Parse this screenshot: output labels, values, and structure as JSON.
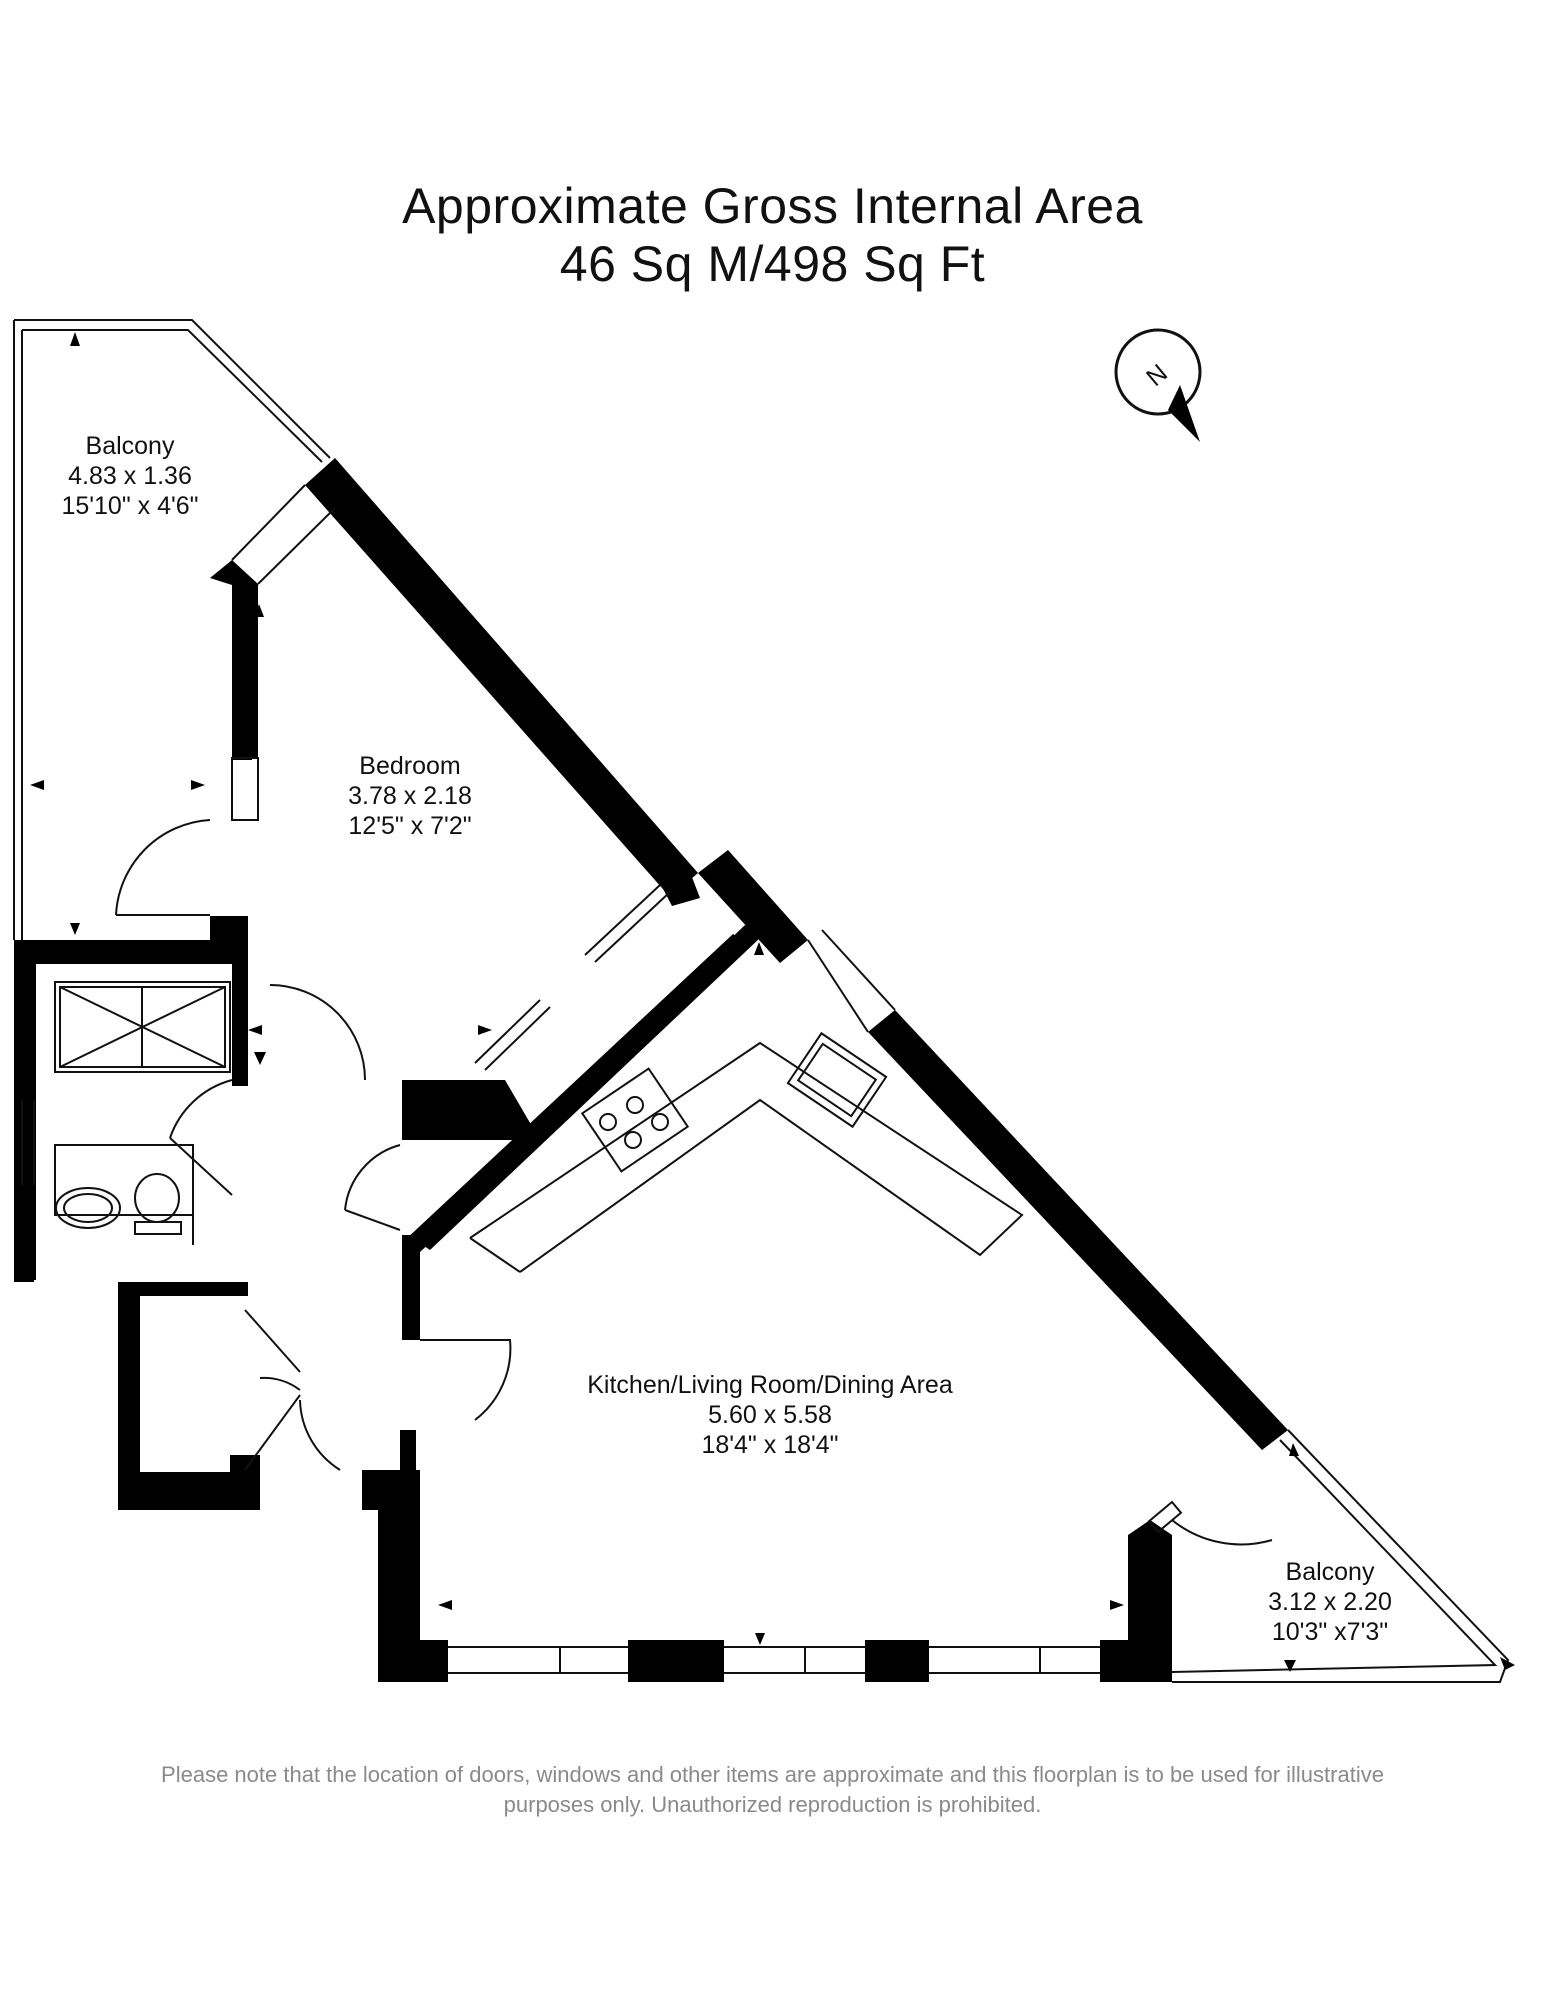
{
  "header": {
    "area_title": "Approximate Gross Internal Area",
    "area_value": "46 Sq M/498 Sq Ft"
  },
  "compass": {
    "letter": "N",
    "icon": "north-arrow-icon"
  },
  "rooms": {
    "balcony_top": {
      "name": "Balcony",
      "metric": "4.83 x 1.36",
      "imperial": "15'10\" x 4'6\""
    },
    "bedroom": {
      "name": "Bedroom",
      "metric": "3.78 x 2.18",
      "imperial": "12'5\" x 7'2\""
    },
    "living": {
      "name": "Kitchen/Living Room/Dining Area",
      "metric": "5.60 x 5.58",
      "imperial": "18'4\" x 18'4\""
    },
    "balcony_right": {
      "name": "Balcony",
      "metric": "3.12 x 2.20",
      "imperial": "10'3\" x7'3\""
    }
  },
  "footer": {
    "disclaimer_line1": "Please note that the location of doors, windows and other items are approximate and this floorplan is to be used for illustrative",
    "disclaimer_line2": "purposes only. Unauthorized reproduction is prohibited."
  }
}
